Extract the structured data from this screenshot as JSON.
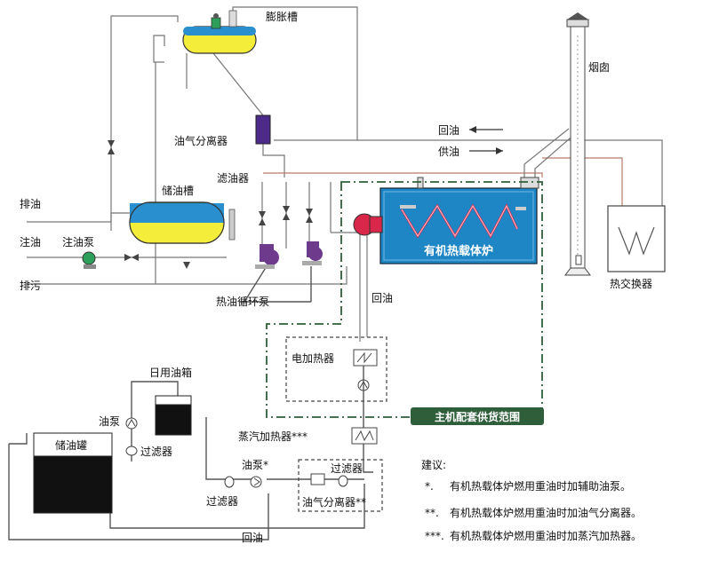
{
  "labels": {
    "expansion_tank": "膨胀槽",
    "chimney": "烟囱",
    "oil_gas_separator": "油气分离器",
    "return_oil_top": "回油",
    "supply_oil": "供油",
    "oil_storage_tank": "储油槽",
    "oil_filter": "滤油器",
    "drain_oil": "排油",
    "fill_oil": "注油",
    "fill_oil_pump": "注油泵",
    "drain_sewage": "排污",
    "boiler": "有机热载体炉",
    "heat_exchanger": "热交换器",
    "circulation_pump": "热油循环泵",
    "return_oil_mid": "回油",
    "electric_heater": "电加热器",
    "scope_label": "主机配套供货范围",
    "daily_tank": "日用油箱",
    "oil_pump": "油泵",
    "filter_a": "过滤器",
    "storage_can": "储油罐",
    "steam_heater": "蒸汽加热器***",
    "oil_pump_star": "油泵*",
    "filter_b": "过滤器",
    "filter_c": "过滤器",
    "separator_small": "油气分离器**",
    "return_oil_bottom": "回油"
  },
  "notes": {
    "title": "建议:",
    "n1_mark": "*.",
    "n1_text": "有机热载体炉燃用重油时加辅助油泵。",
    "n2_mark": "**.",
    "n2_text": "有机热载体炉燃用重油时加油气分离器。",
    "n3_mark": "***.",
    "n3_text": "有机热载体炉燃用重油时加蒸汽加热器。"
  },
  "colors": {
    "boiler_blue": "#1f86c6",
    "tank_yellow": "#f4ee3a",
    "tank_blue": "#2a8fcf",
    "tank_green": "#2e9f5a",
    "pump_purple": "#6d3a8c",
    "separator_purple": "#4b2a8a",
    "burner_red": "#d8274a",
    "scope_green": "#2f5e3a",
    "storage_black": "#111111"
  }
}
